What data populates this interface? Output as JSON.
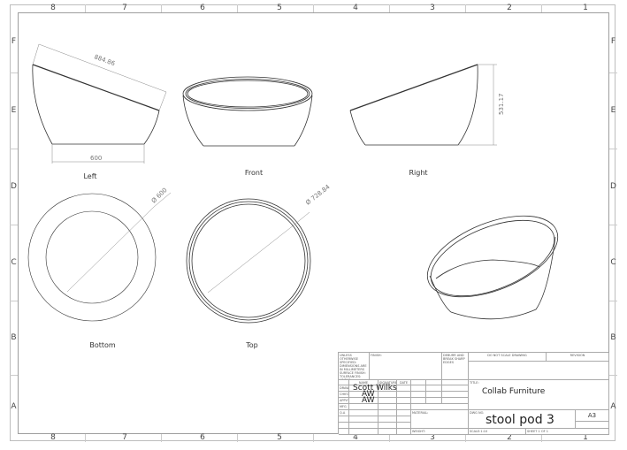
{
  "zones": {
    "columns": [
      "8",
      "7",
      "6",
      "5",
      "4",
      "3",
      "2",
      "1"
    ],
    "rows": [
      "F",
      "E",
      "D",
      "C",
      "B",
      "A"
    ]
  },
  "views": {
    "left": {
      "label": "Left",
      "dims": [
        "884.86",
        "600"
      ]
    },
    "front": {
      "label": "Front"
    },
    "right": {
      "label": "Right",
      "dims": [
        "531.17"
      ]
    },
    "bottom": {
      "label": "Bottom",
      "dims": [
        "Ø 600"
      ]
    },
    "top": {
      "label": "Top",
      "dims": [
        "Ø 728.84"
      ]
    },
    "isometric": {
      "label": ""
    }
  },
  "title_block": {
    "general_notes": "UNLESS OTHERWISE SPECIFIED: DIMENSIONS ARE IN MILLIMETERS SURFACE FINISH: TOLERANCES: LINEAR: ANGULAR:",
    "finish_label": "FINISH:",
    "deburr_label": "DEBURR AND BREAK SHARP EDGES",
    "do_not_scale": "DO NOT SCALE DRAWING",
    "revision_label": "REVISION",
    "headers": {
      "name": "NAME",
      "signature": "SIGNATURE",
      "date": "DATE"
    },
    "rows": [
      {
        "role": "DRAWN",
        "name": "Scott Wilks"
      },
      {
        "role": "CHK'D",
        "name": "AW"
      },
      {
        "role": "APPV'D",
        "name": "AW"
      },
      {
        "role": "MFG",
        "name": ""
      },
      {
        "role": "Q.A",
        "name": ""
      }
    ],
    "material_label": "MATERIAL:",
    "weight_label": "WEIGHT:",
    "title_label": "TITLE:",
    "title": "Collab Furniture",
    "dwg_no_label": "DWG NO.",
    "dwg_no": "stool pod 3",
    "size": "A3",
    "scale": "SCALE:1:10",
    "sheet": "SHEET 1 OF 1"
  }
}
